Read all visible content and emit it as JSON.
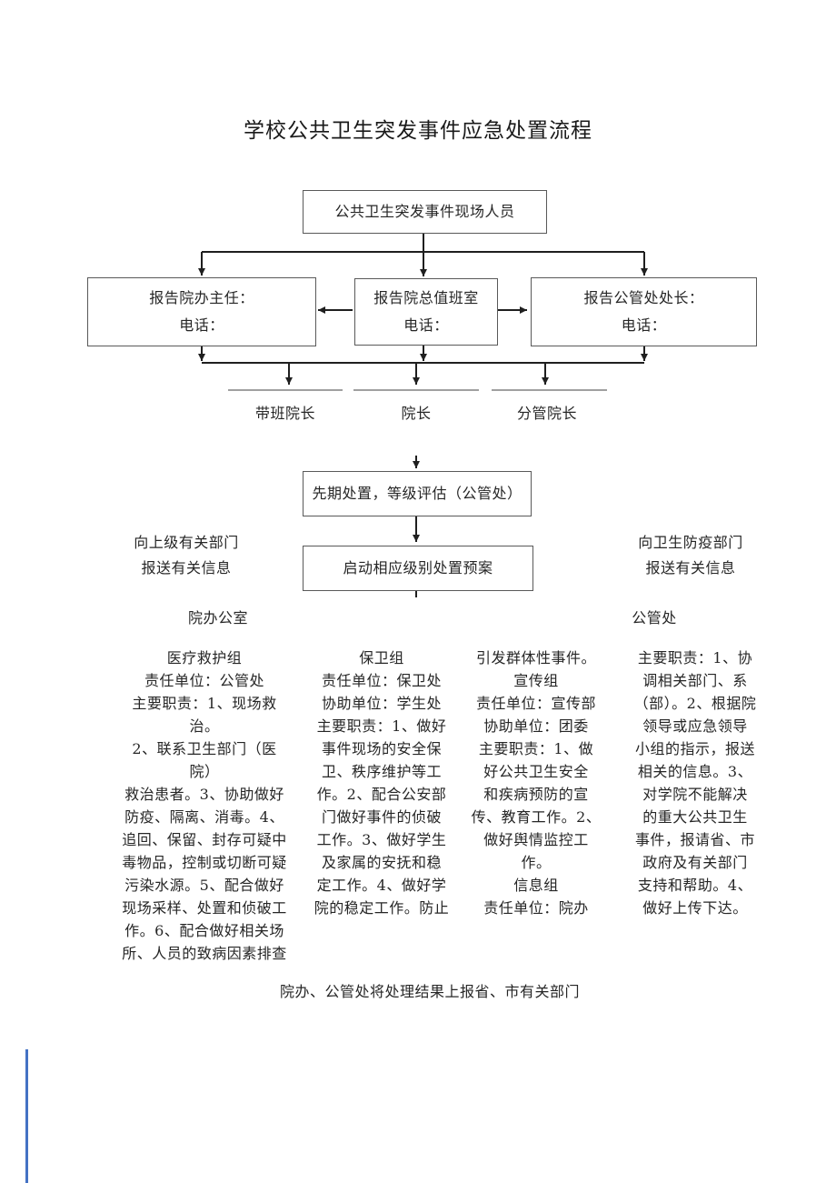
{
  "page": {
    "title": "学校公共卫生突发事件应急处置流程",
    "footer_note": "院办、公管处将处理结果上报省、市有关部门"
  },
  "flowchart": {
    "top_box": "公共卫生突发事件现场人员",
    "report_boxes": {
      "office_director": [
        "报告院办主任：",
        "电话："
      ],
      "duty_room": [
        "报告院总值班室",
        "电话："
      ],
      "logistics_director": [
        "报告公管处处长：",
        "电话："
      ]
    },
    "leader_labels": {
      "duty_dean": "带班院长",
      "dean": "院长",
      "deputy_dean": "分管院长"
    },
    "assess_box": "先期处置，等级评估（公管处）",
    "launch_box": "启动相应级别处置预案",
    "side_notes": {
      "left": [
        "向上级有关部门",
        "报送有关信息"
      ],
      "right": [
        "向卫生防疫部门",
        "报送有关信息"
      ]
    },
    "dept_labels": {
      "left": "院办公室",
      "right": "公管处"
    },
    "columns": {
      "medical_rescue": [
        "医疗救护组",
        "责任单位：公管处",
        "主要职责：1、现场救",
        "治。",
        "2、联系卫生部门（医",
        "院）",
        "救治患者。3、协助做好",
        "防疫、隔离、消毒。4、",
        "追回、保留、封存可疑中",
        "毒物品，控制或切断可疑",
        "污染水源。5、配合做好",
        "现场采样、处置和侦破工",
        "作。6、配合做好相关场",
        "所、人员的致病因素排查"
      ],
      "security": [
        "保卫组",
        "责任单位：保卫处",
        "协助单位：学生处",
        "主要职责：1、做好",
        "事件现场的安全保",
        "卫、秩序维护等工",
        "作。2、配合公安部",
        "门做好事件的侦破",
        "工作。3、做好学生",
        "及家属的安抚和稳",
        "定工作。4、做好学",
        "院的稳定工作。防止"
      ],
      "publicity_info": [
        "引发群体性事件。",
        "宣传组",
        "责任单位：宣传部",
        "协助单位：团委",
        "主要职责：1、做",
        "好公共卫生安全",
        "和疾病预防的宣",
        "传、教育工作。2、",
        "做好舆情监控工",
        "作。",
        "信息组",
        "责任单位：院办"
      ],
      "logistics_duties": [
        "主要职责：1、协",
        "调相关部门、系",
        "（部）。2、根据院",
        "领导或应急领导",
        "小组的指示，报送",
        "相关的信息。3、",
        "对学院不能解决",
        "的重大公共卫生",
        "事件，报请省、市",
        "政府及有关部门",
        "支持和帮助。4、",
        "做好上传下达。"
      ]
    }
  },
  "colors": {
    "connector_line": "#1f1f1f",
    "box_border": "#595959",
    "underline": "#808080",
    "text": "#262626",
    "margin_guide_blue": "#4472c4"
  }
}
